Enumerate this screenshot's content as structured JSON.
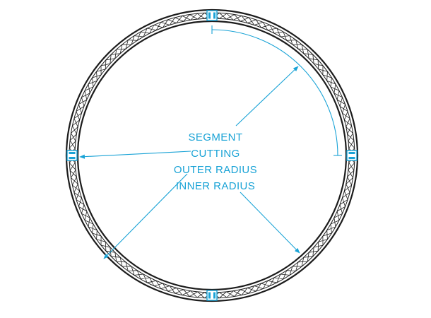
{
  "labels": {
    "segment": "SEGMENT",
    "cutting": "CUTTING",
    "outer_radius": "OUTER RADIUS",
    "inner_radius": "INNER RADIUS"
  },
  "colors": {
    "annotation": "#1aa3d6",
    "truss": "#1c1c1c",
    "background": "#ffffff"
  }
}
